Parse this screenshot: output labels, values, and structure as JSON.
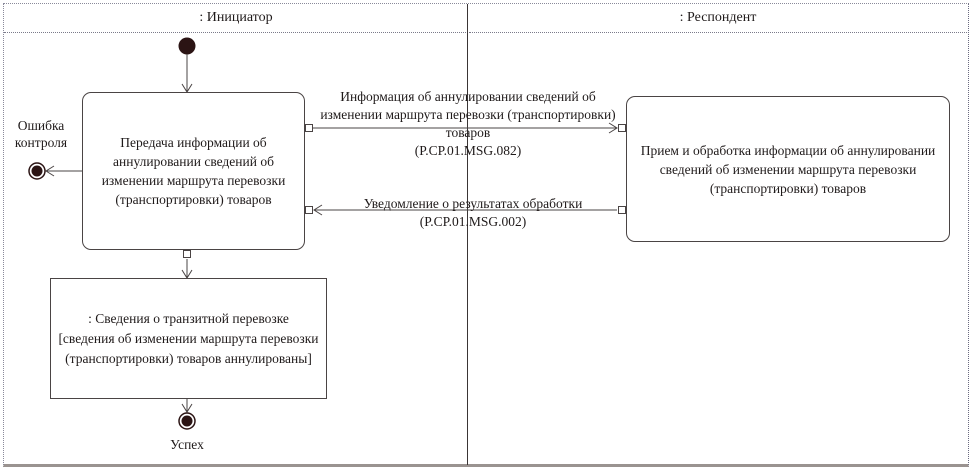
{
  "swimlanes": [
    {
      "label": ": Инициатор"
    },
    {
      "label": ": Респондент"
    }
  ],
  "nodes": {
    "initial": {
      "type": "initial-node"
    },
    "initiator_action": {
      "label": "Передача информации об аннулировании сведений об изменении маршрута перевозки (транспортировки) товаров"
    },
    "respondent_action": {
      "label": "Прием и обработка информации об аннулировании сведений об изменении маршрута перевозки (транспортировки) товаров"
    },
    "object_node": {
      "line1": ": Сведения о транзитной перевозке",
      "line2": "[сведения об изменении маршрута перевозки (транспортировки) товаров аннулированы]"
    },
    "final_error": {
      "label": "Ошибка контроля"
    },
    "final_success": {
      "label": "Успех"
    }
  },
  "messages": [
    {
      "label": "Информация об аннулировании сведений об изменении маршрута перевозки (транспортировки) товаров",
      "code": "(P.CP.01.MSG.082)",
      "direction": "initiator-to-respondent"
    },
    {
      "label": "Уведомление о результатах обработки",
      "code": "(P.CP.01.MSG.002)",
      "direction": "respondent-to-initiator"
    }
  ],
  "colors": {
    "line": "#4a4444",
    "node_fill": "#2b1414",
    "frame": "#8a8a9a"
  }
}
